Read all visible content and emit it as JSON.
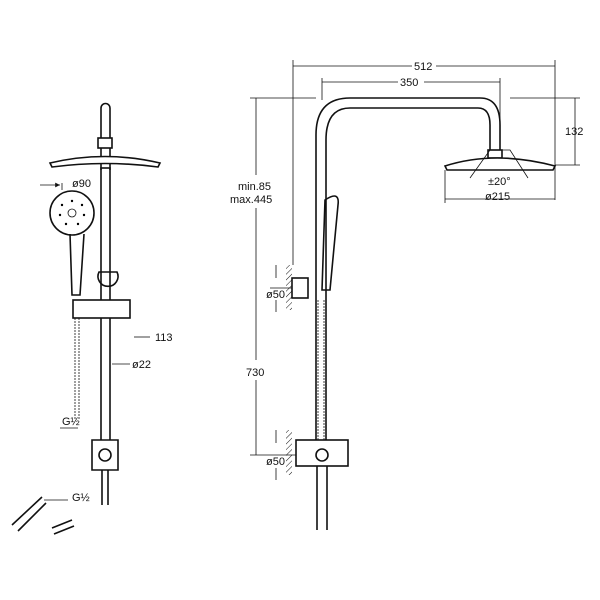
{
  "side_view": {
    "width_total": "512",
    "arm_reach": "350",
    "head_height": "132",
    "tilt": "±20°",
    "head_diameter": "ø215",
    "adjust_min": "min.85",
    "adjust_max": "max.445",
    "bracket_diameter": "ø50",
    "valve_height": "730",
    "valve_diameter": "ø50"
  },
  "front_view": {
    "hand_shower_diameter": "ø90",
    "offset": "113",
    "pipe_diameter": "ø22",
    "hose_thread": "G½",
    "inlet_thread": "G½"
  }
}
